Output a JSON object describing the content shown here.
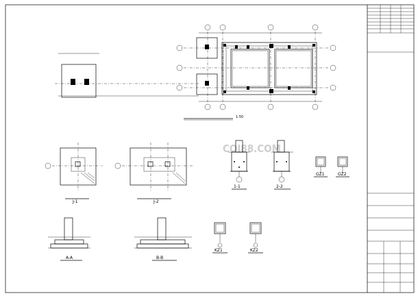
{
  "drawing": {
    "scale_label": "1:50",
    "sections": {
      "s1": "1-1",
      "s2": "2-2",
      "j1": "J-1",
      "j2": "J-2",
      "aa": "A-A",
      "bb": "B-B",
      "gz1": "GZ1",
      "gz2": "GZ2",
      "kz1": "KZ1",
      "kz2": "KZ2"
    },
    "watermark": "COI88.COM"
  }
}
